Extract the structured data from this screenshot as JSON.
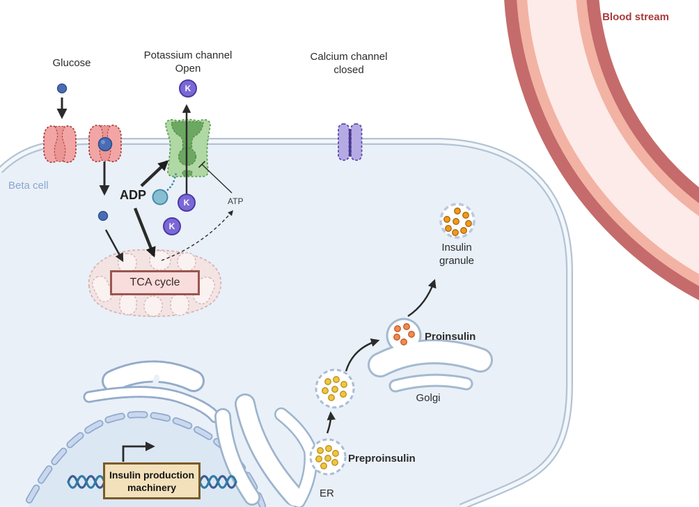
{
  "labels": {
    "glucose": "Glucose",
    "potassium_channel": "Potassium channel",
    "potassium_state": "Open",
    "calcium_channel": "Calcium channel",
    "calcium_state": "closed",
    "blood_stream": "Blood stream",
    "beta_cell": "Beta cell",
    "adp": "ADP",
    "atp": "ATP",
    "tca": "TCA cycle",
    "insulin_granule_line1": "Insulin",
    "insulin_granule_line2": "granule",
    "proinsulin": "Proinsulin",
    "golgi": "Golgi",
    "preproinsulin": "Preproinsulin",
    "er": "ER",
    "machinery_line1": "Insulin production",
    "machinery_line2": "machinery",
    "k_ion": "K"
  },
  "colors": {
    "cell_fill": "#e9f0f8",
    "cell_border": "#b2c3d3",
    "nucleus_fill": "#dce7f4",
    "blood_outer": "#c56b6b",
    "blood_mid": "#f2b3a4",
    "blood_inner": "#fcebe8",
    "blood_text": "#a93b3b",
    "transporter": "#f2a5a5",
    "k_channel": "#b0d8a4",
    "k_channel_dark": "#6ca862",
    "ca_channel": "#b6aae4",
    "k_ion": "#7b68d6",
    "glucose_dot": "#4a6cb3",
    "adp_ball": "#87bed2",
    "mito_fill": "#f4e3e3",
    "tca_box_fill": "#f9dcdc",
    "tca_box_border": "#9a564e",
    "machinery_fill": "#f2e1bb",
    "machinery_border": "#7a5a28",
    "vesicle_yellow": "#eec73e",
    "vesicle_orange": "#ef8a50",
    "granule_orange": "#f09a1a"
  }
}
